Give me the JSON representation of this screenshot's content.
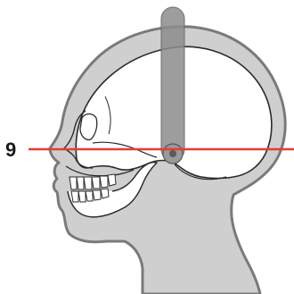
{
  "diagram": {
    "line_label": "9",
    "colors": {
      "reference_line": "#e0402e",
      "head_fill": "#cfcfcf",
      "head_outline": "#7a7a7a",
      "skull_fill": "#ffffff",
      "skull_outline": "#2b2b2b",
      "positioning_rod": "#8c8c8c"
    },
    "parts": [
      "head-silhouette",
      "skull",
      "jaw",
      "teeth",
      "ear-rod",
      "reference-line"
    ]
  }
}
